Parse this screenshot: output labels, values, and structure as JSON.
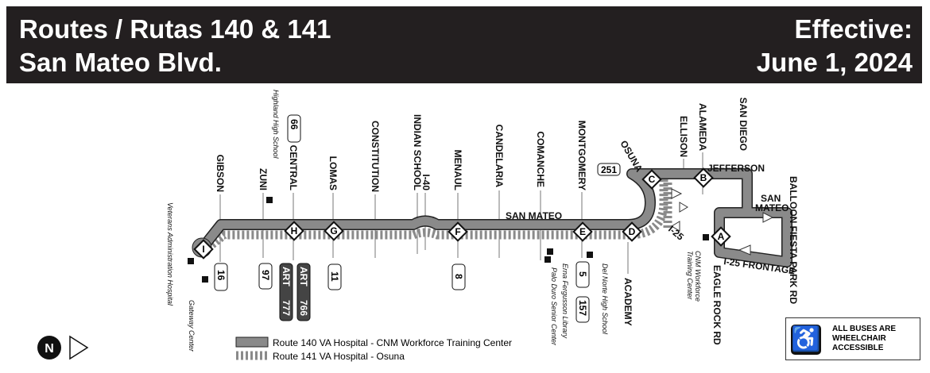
{
  "header": {
    "title_line1": "Routes / Rutas 140 & 141",
    "title_line2": "San Mateo Blvd.",
    "effective_label": "Effective:",
    "effective_date": "June 1, 2024"
  },
  "streets": {
    "gibson": "GIBSON",
    "zuni": "ZUNI",
    "central": "CENTRAL",
    "lomas": "LOMAS",
    "constitution": "CONSTITUTION",
    "indian_school": "INDIAN SCHOOL",
    "i40": "I-40",
    "menaul": "MENAUL",
    "candelaria": "CANDELARIA",
    "comanche": "COMANCHE",
    "montgomery": "MONTGOMERY",
    "osuna": "OSUNA",
    "ellison": "ELLISON",
    "alameda": "ALAMEDA",
    "san_diego": "SAN DIEGO",
    "jefferson": "JEFFERSON",
    "san_mateo_main": "SAN MATEO",
    "san_mateo_right_1": "SAN",
    "san_mateo_right_2": "MATEO",
    "balloon": "BALLOON FIESTA PARK RD",
    "i25_frontage": "I-25 FRONTAGE",
    "eagle_rock": "EAGLE ROCK RD",
    "academy": "ACADEMY",
    "i25": "I-25"
  },
  "timepoints": [
    "A",
    "B",
    "C",
    "D",
    "E",
    "F",
    "G",
    "H",
    "I"
  ],
  "connections": {
    "r66": "66",
    "r251": "251",
    "r16": "16",
    "r97": "97",
    "art1": "ART",
    "r777": "777",
    "art2": "ART",
    "r766": "766",
    "r11": "11",
    "r8": "8",
    "r5": "5",
    "r157": "157"
  },
  "landmarks": {
    "highland": "Highland High School",
    "va": "Veterans Administration Hospital",
    "gateway": "Gateway Center",
    "erna": "Erna Fergusson Library",
    "paloduro": "Palo Duro Senior Center",
    "delnorte": "Del Norte High School",
    "cnm1": "CNM Workforce",
    "cnm2": "Training Center"
  },
  "legend": {
    "route140": "Route 140 VA Hospital - CNM Workforce Training Center",
    "route141": "Route 141 VA Hospital - Osuna"
  },
  "accessibility": {
    "line1": "ALL BUSES ARE",
    "line2": "WHEELCHAIR",
    "line3": "ACCESSIBLE"
  },
  "north_label": "N",
  "colors": {
    "route": "#8a8a8a",
    "header": "#231f20"
  }
}
